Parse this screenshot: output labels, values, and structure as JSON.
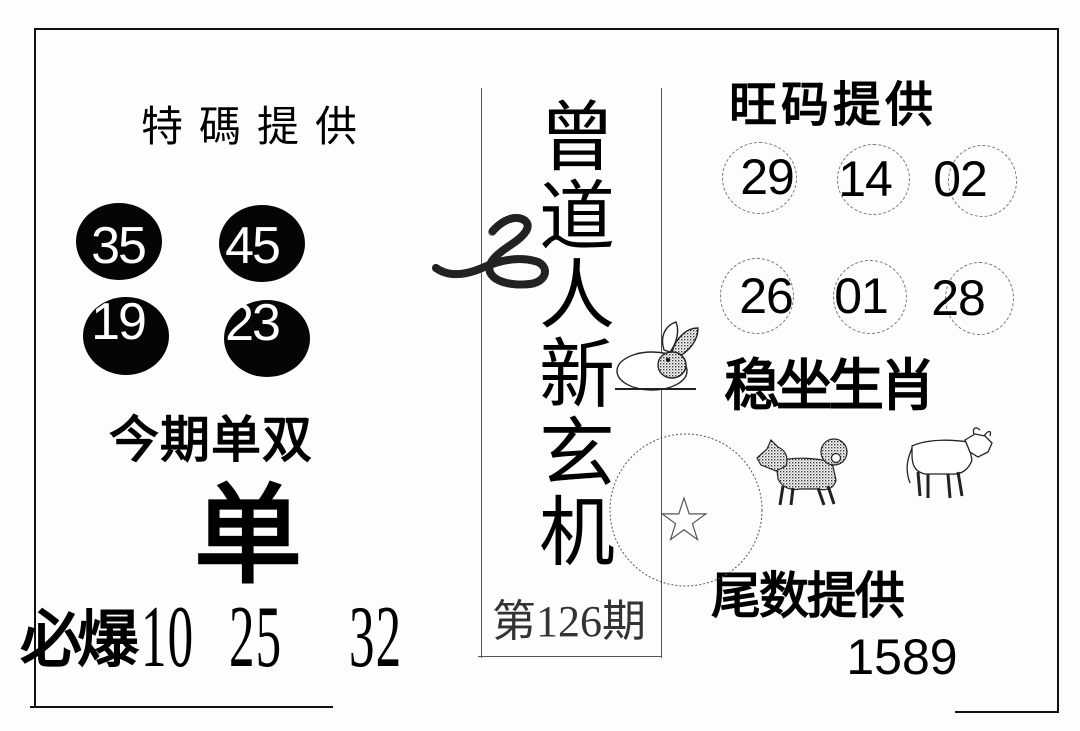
{
  "colors": {
    "ink": "#000000",
    "paper": "#fdfdfc",
    "issue_text": "#333333",
    "ring_dash": "#777777"
  },
  "special_codes": {
    "title": "特碼提供",
    "numbers": [
      "35",
      "45",
      "19",
      "23"
    ]
  },
  "odd_even": {
    "title": "今期单双",
    "value": "单"
  },
  "must_hit": {
    "label": "必爆",
    "numbers": [
      "10",
      "25",
      "32"
    ]
  },
  "center": {
    "title": "曾道人新玄机",
    "issue": "第126期"
  },
  "hot_codes": {
    "title": "旺码提供",
    "numbers": [
      "29",
      "14",
      "02",
      "26",
      "01",
      "28"
    ]
  },
  "zodiac": {
    "title": "稳坐生肖",
    "animals": [
      "dog",
      "ox"
    ]
  },
  "tail_digits": {
    "title": "尾数提供",
    "value": "1589"
  },
  "icons": {
    "snake": "snake-icon",
    "rabbit": "rabbit-icon",
    "star": "star-icon",
    "dog": "dog-icon",
    "ox": "ox-icon"
  }
}
